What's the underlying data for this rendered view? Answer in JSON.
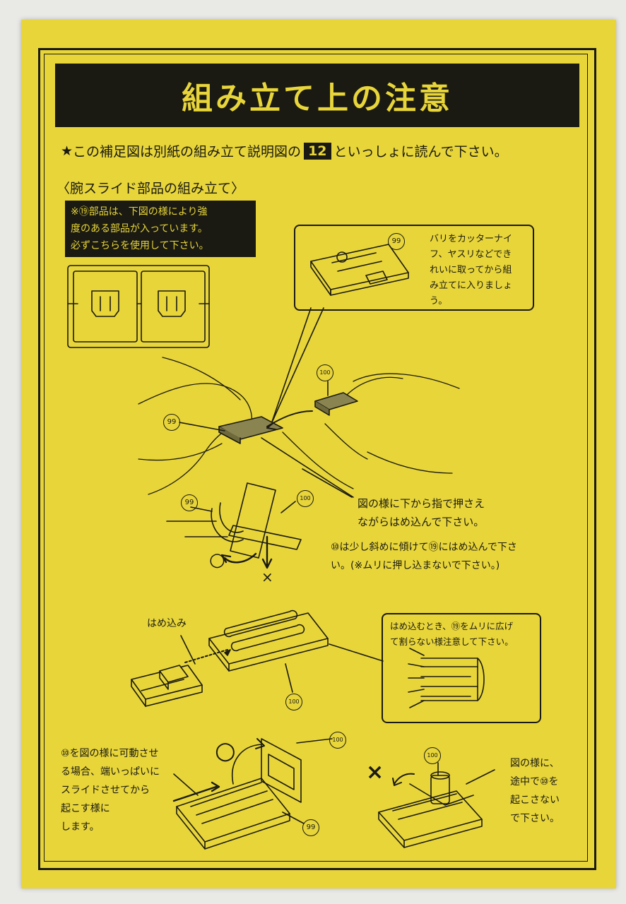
{
  "title": "組み立て上の注意",
  "intro": {
    "star": "★",
    "before": "この補足図は別紙の組み立て説明図の",
    "number": "12",
    "after": "といっしょに読んで下さい。"
  },
  "section_heading": "〈腕スライド部品の組み立て〉",
  "note_black": [
    "※⑲部品は、下図の様により強",
    "度のある部品が入っています。",
    "必ずこちらを使用して下さい。"
  ],
  "part_labels": {
    "p99": "99",
    "p100": "100"
  },
  "callout_top": [
    "バリをカッターナイ",
    "フ、ヤスリなどでき",
    "れいに取ってから組",
    "み立てに入りましょ",
    "う。"
  ],
  "instruction_press": [
    "図の様に下から指で押さえ",
    "ながらはめ込んで下さい。"
  ],
  "instruction_tilt": [
    "⑩は少し斜めに傾けて⑲にはめ込んで下さ",
    "い。(※ムリに押し込まないで下さい。)"
  ],
  "marks": {
    "ok": "○",
    "ng": "×"
  },
  "label_hamekomi": "はめ込み",
  "callout_mid": [
    "はめ込むとき、⑲をムリに広げ",
    "て割らない様注意して下さい。"
  ],
  "instruction_slide": [
    "⑩を図の様に可動させ",
    "る場合、端いっぱいに",
    "スライドさせてから",
    "起こす様に",
    "します。"
  ],
  "instruction_ng": [
    "図の様に、",
    "途中で⑩を",
    "起こさない",
    "で下さい。"
  ],
  "colors": {
    "paper": "#e8d53a",
    "ink": "#1a1a12",
    "background": "#e9e9e6"
  }
}
